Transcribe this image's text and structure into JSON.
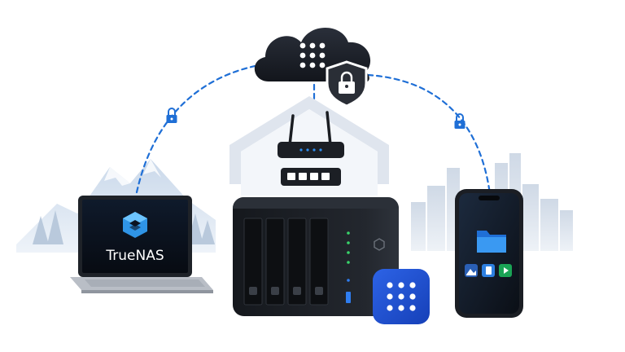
{
  "laptop": {
    "brand_text": "TrueNAS",
    "brand_color": "#3aa0e8",
    "screen_color": "#0b1320"
  },
  "connections": {
    "line_color": "#1f6fd6",
    "style": "dashed",
    "lock_color": "#1f6fd6"
  },
  "cloud": {
    "color": "#161a22",
    "icon": "grid-icon"
  },
  "shield": {
    "color": "#2a2e36",
    "icon": "padlock-icon"
  },
  "house": {
    "devices": [
      "router-icon",
      "network-switch-icon"
    ]
  },
  "nas": {
    "bays": 4,
    "body_color": "#1c1f24",
    "status_led_color": "#38d46a",
    "power_led_color": "#2f7df0"
  },
  "app_tile": {
    "color": "#1f52d6",
    "icon": "grid-icon"
  },
  "phone": {
    "screen_color": "#0e1218",
    "folder_color": "#2f8ff0",
    "tiles": [
      "photo-tile-icon",
      "document-tile-icon",
      "play-tile-icon"
    ]
  },
  "background": {
    "left": "mountains",
    "right": "city-skyline"
  }
}
